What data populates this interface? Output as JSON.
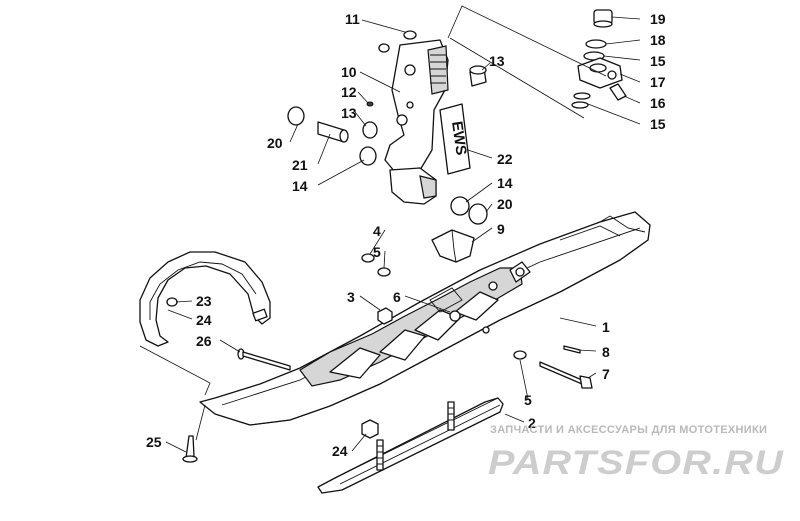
{
  "diagram": {
    "callouts": [
      "11",
      "10",
      "12",
      "13",
      "20",
      "21",
      "14",
      "13",
      "19",
      "18",
      "15",
      "17",
      "16",
      "15",
      "22",
      "14",
      "20",
      "9",
      "4",
      "5",
      "23",
      "24",
      "26",
      "3",
      "6",
      "1",
      "8",
      "7",
      "5",
      "2",
      "25",
      "24"
    ],
    "watermark_caption": "ЗАПЧАСТИ И АКСЕССУАРЫ ДЛЯ МОТОТЕХНИКИ",
    "watermark_logo": "PARTSFOR.RU",
    "spindle_decal": "EWS"
  }
}
